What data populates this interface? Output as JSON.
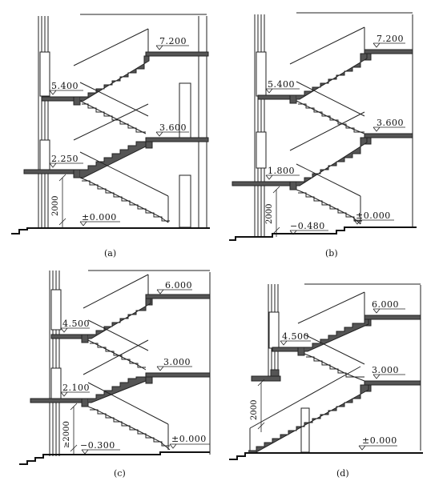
{
  "panels": [
    {
      "caption": "(a)",
      "floors": [
        "7.200",
        "3.600"
      ],
      "landings": [
        "5.400",
        "2.250"
      ],
      "ground": "±0.000",
      "outside": "",
      "clearance": "2000"
    },
    {
      "caption": "(b)",
      "floors": [
        "7.200",
        "3.600"
      ],
      "landings": [
        "5.400",
        "1.800"
      ],
      "ground": "±0.000",
      "outside": "−0.480",
      "clearance": "2000"
    },
    {
      "caption": "(c)",
      "floors": [
        "6.000",
        "3.000"
      ],
      "landings": [
        "4.500",
        "2.100"
      ],
      "ground": "±0.000",
      "outside": "−0.300",
      "clearance": "≥2000"
    },
    {
      "caption": "(d)",
      "floors": [
        "6.000",
        "3.000"
      ],
      "landings": [
        "4.500"
      ],
      "ground": "±0.000",
      "outside": "",
      "clearance": "2000"
    }
  ]
}
